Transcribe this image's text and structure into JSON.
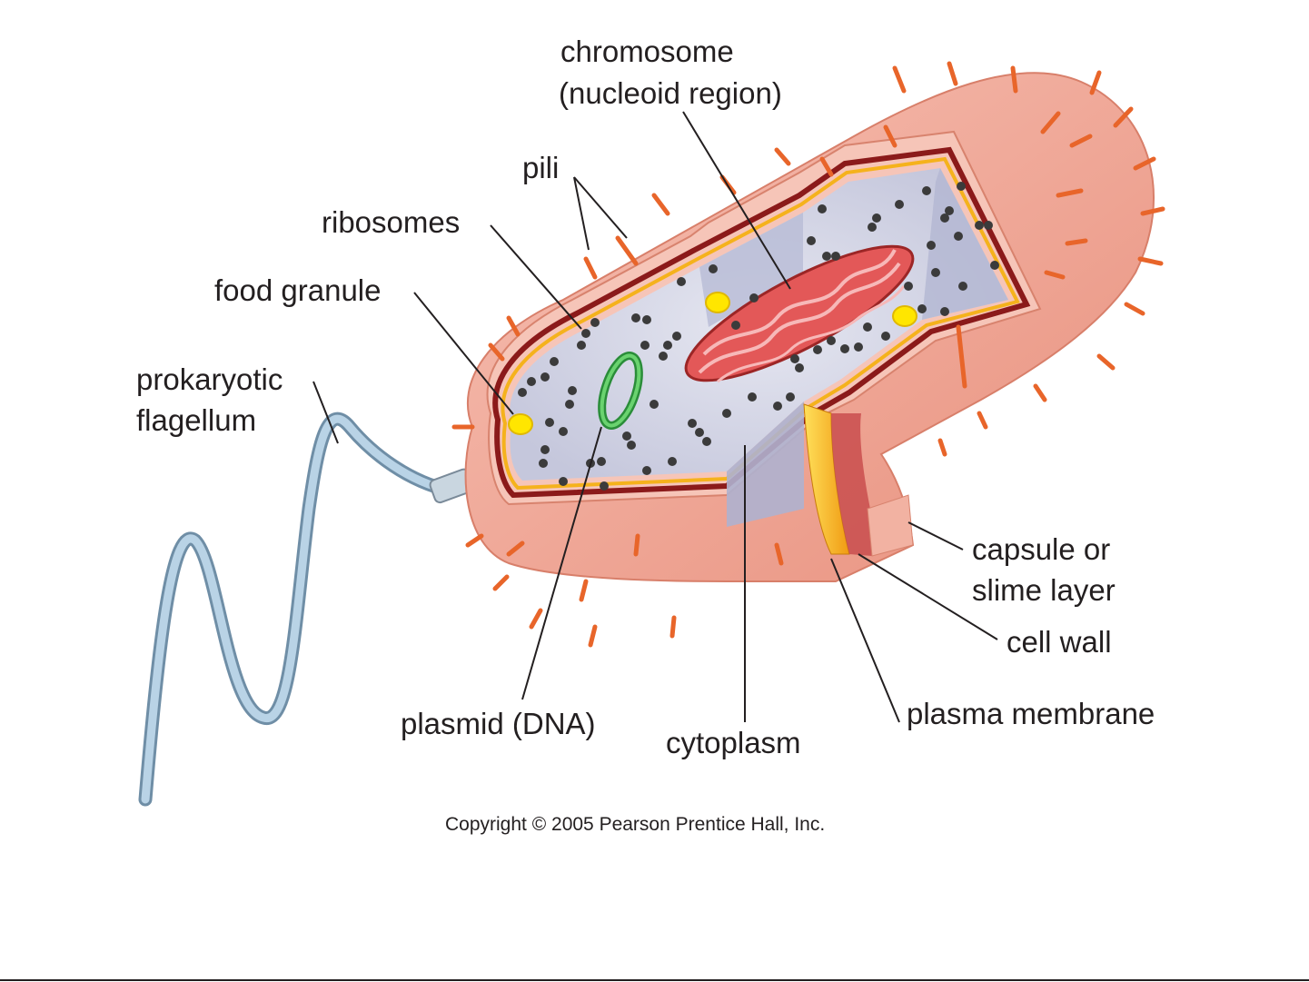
{
  "title": "Prokaryotic cell structure",
  "labels": {
    "chromosome": "chromosome",
    "nucleoid": "(nucleoid region)",
    "pili": "pili",
    "ribosomes": "ribosomes",
    "food_granule": "food granule",
    "prokaryotic": "prokaryotic",
    "flagellum": "flagellum",
    "capsule": "capsule or",
    "slime_layer": "slime layer",
    "cell_wall": "cell wall",
    "plasma_membrane": "plasma membrane",
    "plasmid": "plasmid (DNA)",
    "cytoplasm": "cytoplasm"
  },
  "copyright": "Copyright © 2005 Pearson Prentice Hall, Inc.",
  "colors": {
    "capsule": "#f2a898",
    "capsule_dark": "#e07f6d",
    "cell_wall": "#8b1a1a",
    "membrane": "#f5b21c",
    "cytoplasm": "#d7d8e8",
    "pili": "#e8652a",
    "chromosome": "#e24a4a",
    "plasmid": "#3cb44a",
    "flagellum": "#a9c6dc",
    "granule": "#ffe600",
    "ribosome": "#3b3b3b"
  }
}
